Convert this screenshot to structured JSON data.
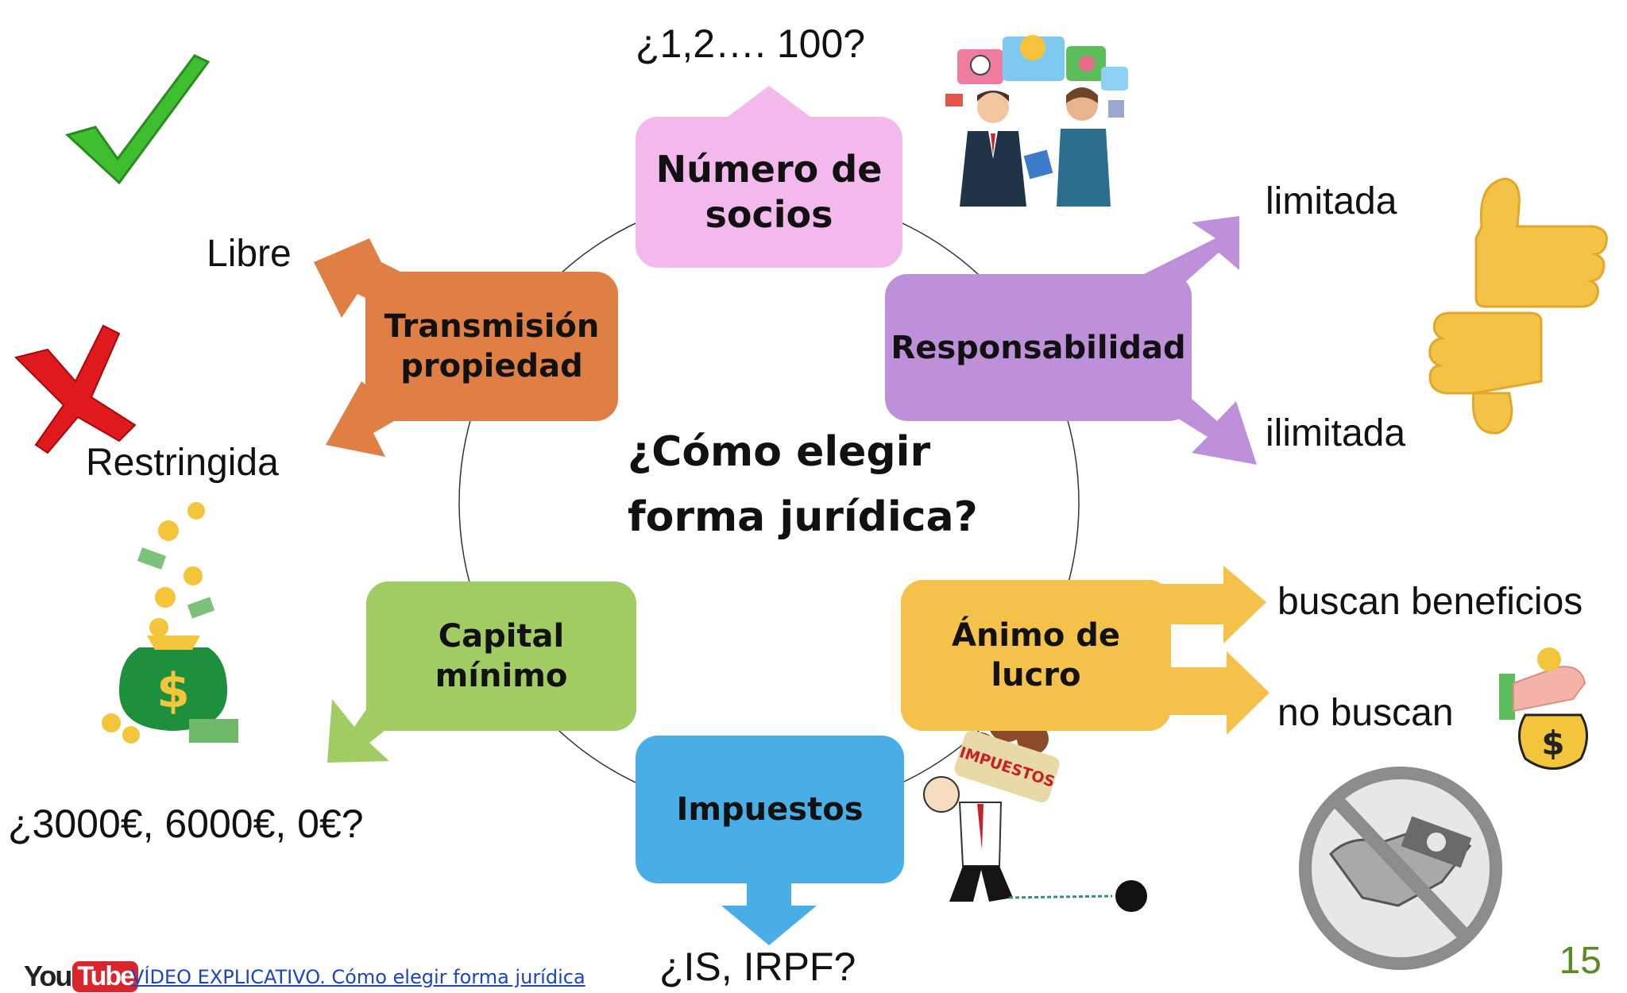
{
  "center_question": {
    "line1": "¿Cómo elegir",
    "line2": "forma jurídica?"
  },
  "nodes": {
    "socios": {
      "line1": "Número de",
      "line2": "socios",
      "color": "#f3b9ec",
      "answer": "¿1,2…. 100?"
    },
    "responsabilidad": {
      "line1": "Responsabilidad",
      "color": "#be90da",
      "answer_top": "limitada",
      "answer_bottom": "ilimitada"
    },
    "lucro": {
      "line1": "Ánimo de",
      "line2": "lucro",
      "color": "#f4c14a",
      "answer_top": "buscan beneficios",
      "answer_bottom": "no buscan"
    },
    "impuestos": {
      "line1": "Impuestos",
      "color": "#4aaee6",
      "answer": "¿IS, IRPF?"
    },
    "capital": {
      "line1": "Capital",
      "line2": "mínimo",
      "color": "#a1cb63",
      "answer": "¿3000€, 6000€, 0€?"
    },
    "transmision": {
      "line1": "Transmisión",
      "line2": "propiedad",
      "color": "#e07f44",
      "answer_top": "Libre",
      "answer_bottom": "Restringida"
    }
  },
  "footer": {
    "youtube_you": "You",
    "youtube_tube": "Tube",
    "link_text": "VÍDEO EXPLICATIVO. Cómo elegir forma jurídica",
    "page_number": "15"
  },
  "icons": {
    "check": "check-mark-icon",
    "cross": "cross-mark-icon",
    "thumbs_up": "thumbs-up-icon",
    "thumbs_down": "thumbs-down-icon",
    "money_bag": "money-bag-icon",
    "business_meeting": "business-meeting-icon",
    "taxes_burden": "tax-burden-icon",
    "no_money_handshake": "no-money-handshake-icon",
    "money_hand": "hand-money-bag-icon"
  },
  "impuestos_badge": "IMPUESTOS"
}
